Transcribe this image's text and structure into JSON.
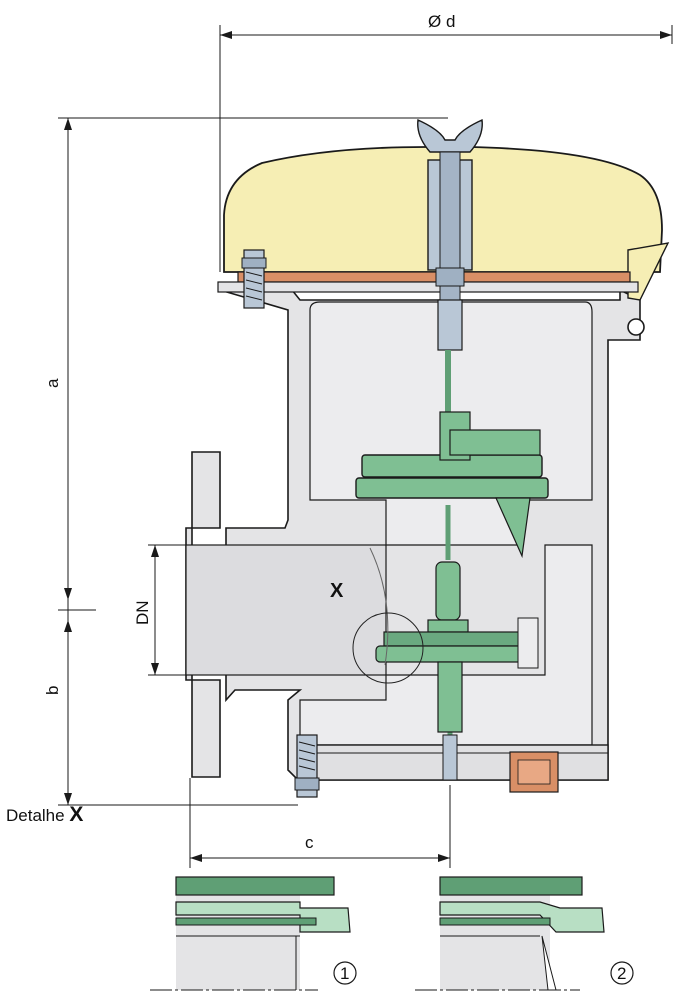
{
  "labels": {
    "diameter": "Ø d",
    "height_a": "a",
    "height_b": "b",
    "nominal_diameter": "DN",
    "offset_c": "c",
    "detail_marker": "X",
    "detail_caption": "Detalhe",
    "detail_caption_letter": "X",
    "variant_1": "1",
    "variant_2": "2"
  },
  "colors": {
    "hood": "#f6eeb4",
    "gasket": "#d98f66",
    "body": "#e4e4e6",
    "pallet": "#7fbf93",
    "pallet_dark": "#5f9f75",
    "bolt": "#b9c7d6",
    "outline": "#1a1a1a"
  }
}
